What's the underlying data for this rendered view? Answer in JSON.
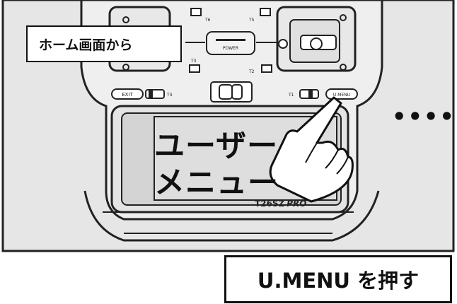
{
  "callout": {
    "start_label": "ホーム画面から",
    "action_label": "U.MENU を押す"
  },
  "screen": {
    "line1": "ユーザー",
    "line2": "メニュー"
  },
  "transmitter": {
    "model": "T26SZ",
    "model_suffix": "PRO",
    "power_label": "POWER",
    "buttons": {
      "exit": "EXIT",
      "umenu": "U.MENU"
    },
    "trims": {
      "t1": "T1",
      "t2": "T2",
      "t3": "T3",
      "t4": "T4",
      "t5": "T5",
      "t6": "T6"
    }
  },
  "continuation": "•••••",
  "colors": {
    "line": "#222222",
    "panel": "#e6e6e6",
    "screen": "#d4d4d4"
  }
}
